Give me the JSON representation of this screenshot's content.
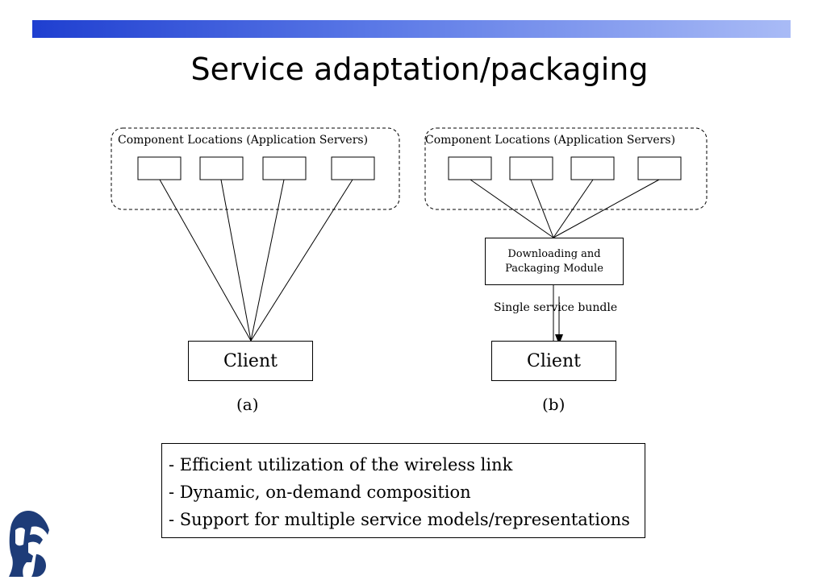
{
  "slide": {
    "title": "Service adaptation/packaging",
    "accent_color": "#1f3fd0"
  },
  "diagram_a": {
    "group_label": "Component Locations (Application Servers)",
    "client_label": "Client",
    "caption": "(a)"
  },
  "diagram_b": {
    "group_label": "Component Locations (Application Servers)",
    "module_label": "Downloading and Packaging Module",
    "bundle_label": "Single service bundle",
    "client_label": "Client",
    "caption": "(b)"
  },
  "notes": [
    "- Efficient utilization of the wireless link",
    "- Dynamic, on-demand composition",
    "- Support for multiple service models/representations"
  ],
  "logo": {
    "icon": "spartan-helmet-logo-icon",
    "color": "#1e3c78"
  }
}
